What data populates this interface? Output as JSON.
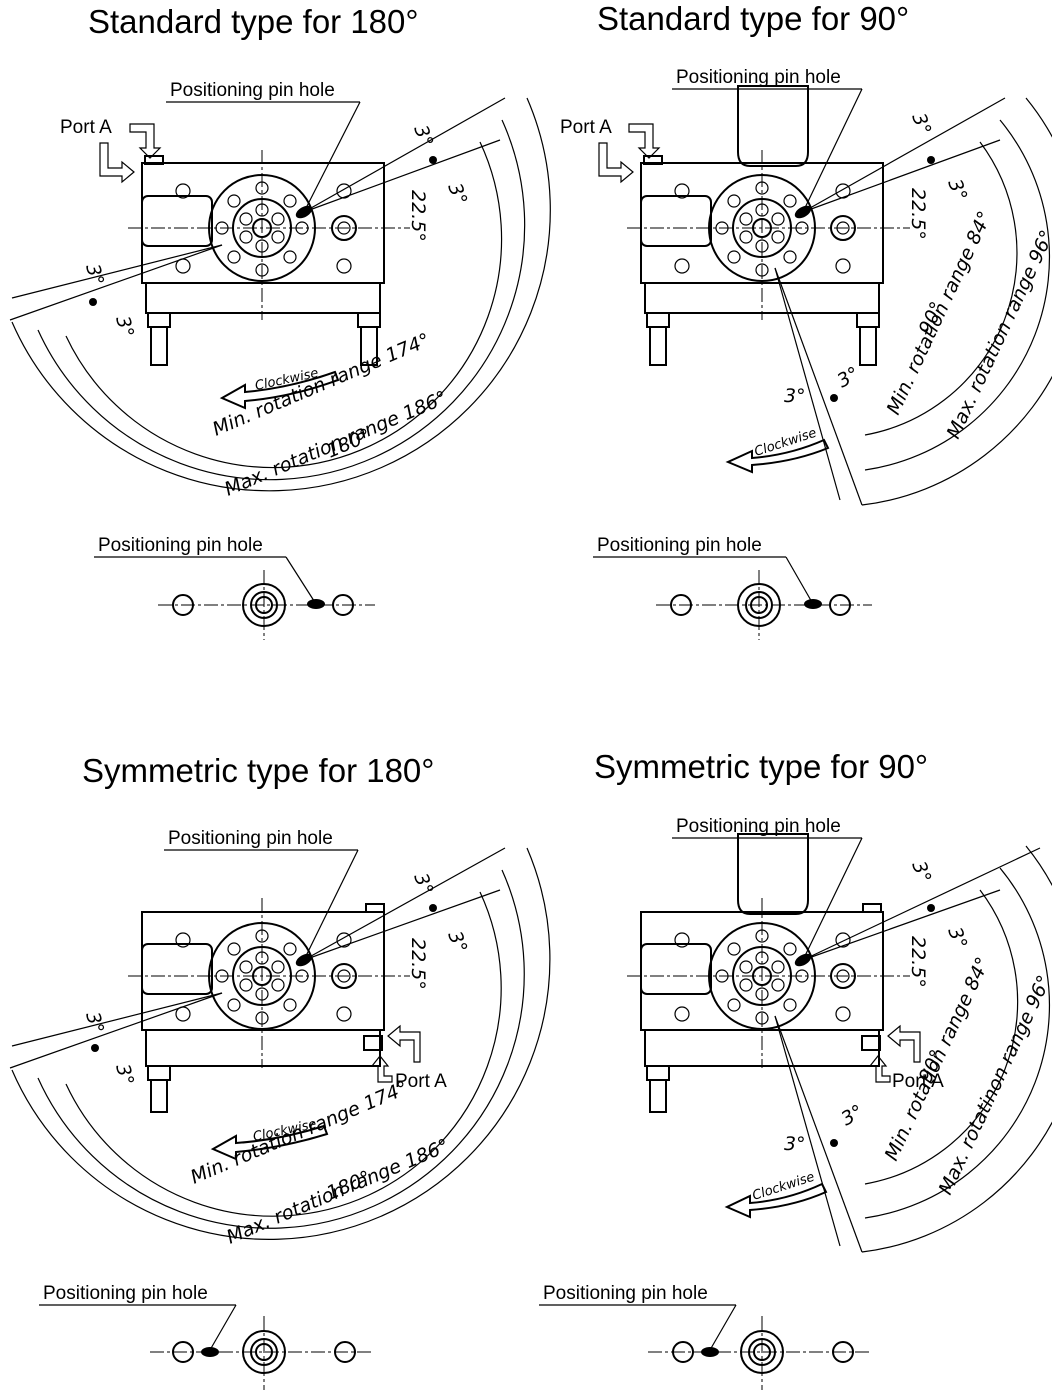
{
  "panels": [
    {
      "id": "std180",
      "title": "Standard type for 180°",
      "pin_label": "Positioning pin hole",
      "port_label": "Port A",
      "clockwise": "Clockwise",
      "angle_3": "3°",
      "angle_22": "22.5°",
      "min_range": "Min. rotation range 174°",
      "nominal": "180°",
      "max_range": "Max. rotation range 186°",
      "detail_pin_label": "Positioning pin hole"
    },
    {
      "id": "std90",
      "title": "Standard type for 90°",
      "pin_label": "Positioning pin hole",
      "port_label": "Port A",
      "clockwise": "Clockwise",
      "angle_3": "3°",
      "angle_22": "22.5°",
      "min_range": "Min. rotation range 84°",
      "nominal": "90°",
      "max_range": "Max. rotation range 96°",
      "detail_pin_label": "Positioning pin hole"
    },
    {
      "id": "sym180",
      "title": "Symmetric type for 180°",
      "pin_label": "Positioning pin hole",
      "port_label": "Port A",
      "clockwise": "Clockwise",
      "angle_3": "3°",
      "angle_22": "22.5°",
      "min_range": "Min. rotation range 174°",
      "nominal": "180°",
      "max_range": "Max. rotation range 186°",
      "detail_pin_label": "Positioning pin hole"
    },
    {
      "id": "sym90",
      "title": "Symmetric type for 90°",
      "pin_label": "Positioning pin hole",
      "port_label": "Port A",
      "clockwise": "Clockwise",
      "angle_3": "3°",
      "angle_22": "22.5°",
      "min_range": "Min. rotation range 84°",
      "nominal": "90°",
      "max_range": "Max. rotatinon range 96°",
      "detail_pin_label": "Positioning pin hole"
    }
  ]
}
